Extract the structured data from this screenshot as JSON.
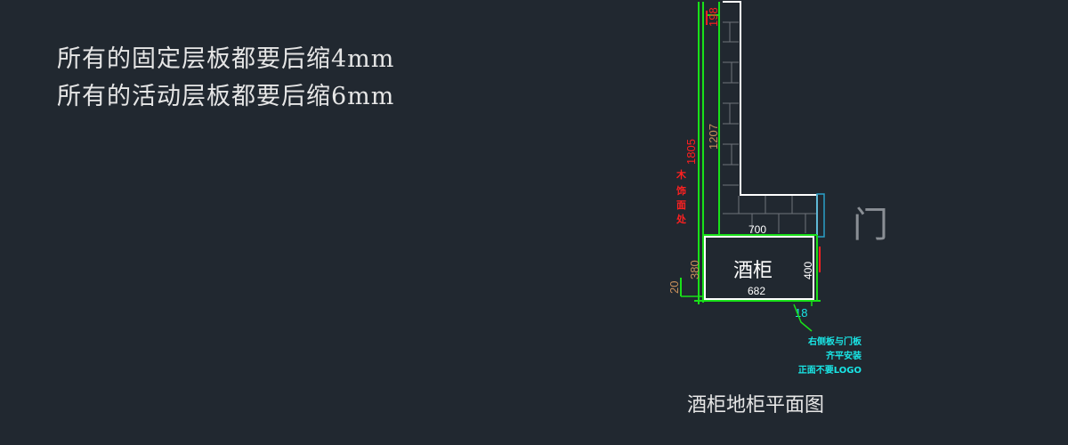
{
  "notes": {
    "line1": "所有的固定层板都要后缩4mm",
    "line2": "所有的活动层板都要后缩6mm"
  },
  "drawing": {
    "title": "酒柜地柜平面图",
    "cabinet_label": "酒柜",
    "door_label": "门",
    "side_note": [
      "木",
      "饰",
      "面",
      "处"
    ],
    "dimensions": {
      "top": "198",
      "middle": "1207",
      "overall": "1805",
      "width_700": "700",
      "width_682": "682",
      "depth_400": "400",
      "depth_380": "380",
      "gap_20": "20",
      "gap_18": "18"
    },
    "callout": [
      "右侧板与门板",
      "齐平安装",
      "正面不要LOGO"
    ]
  },
  "colors": {
    "background": "#212830",
    "wall": "#ffffff",
    "dimension_green": "#19e019",
    "red": "#ff2020",
    "cyan": "#19e6e6",
    "tan": "#c9905a"
  }
}
